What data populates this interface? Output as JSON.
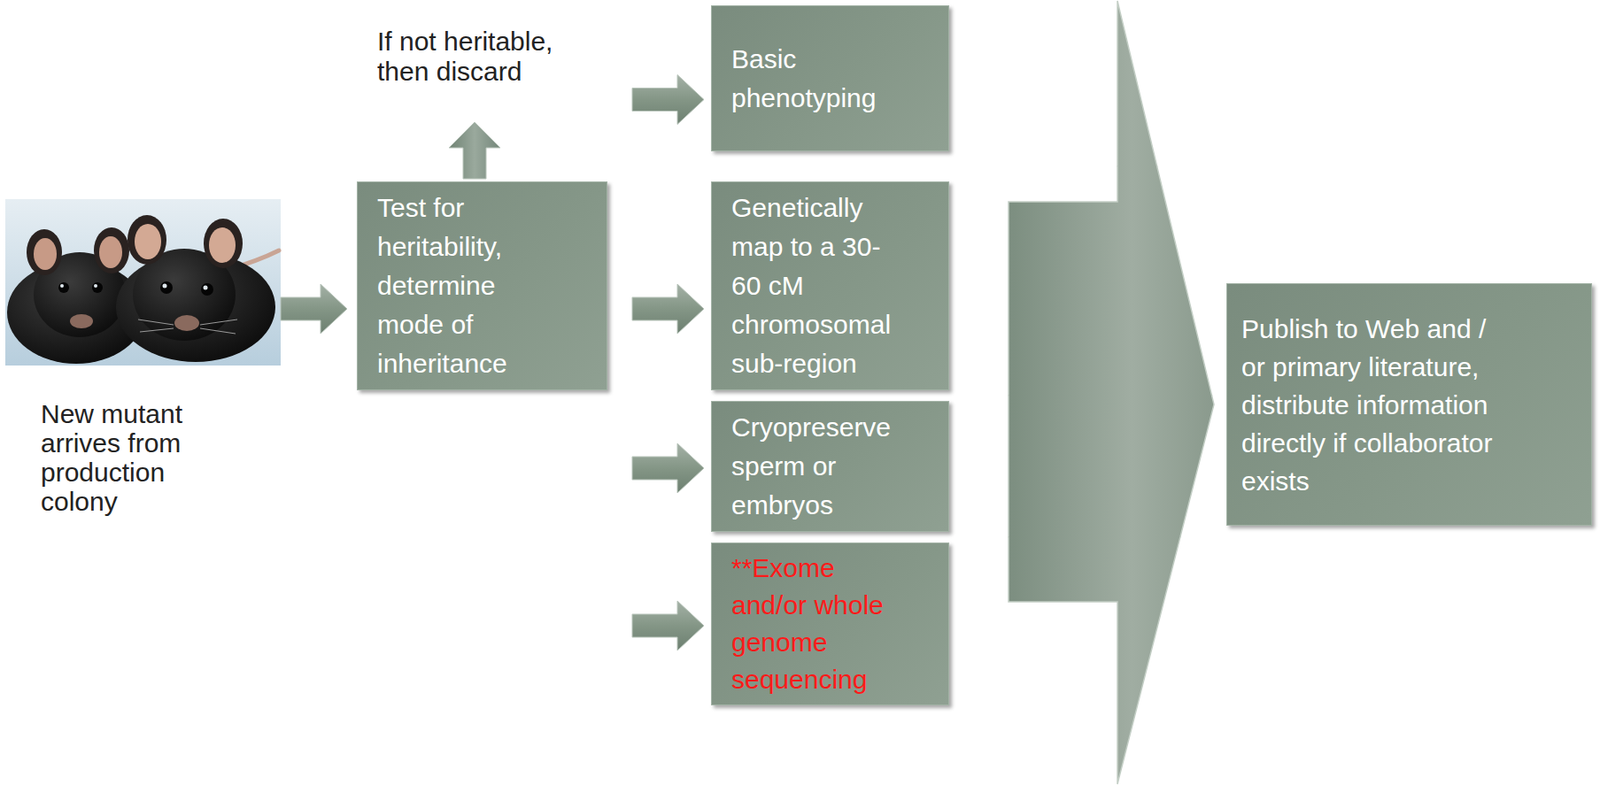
{
  "diagram": {
    "nodes": [
      {
        "text": [
          "New mutant arrives from production colony"
        ]
      },
      {
        "text": [
          "Test for heritability, determine mode of inheritance"
        ]
      },
      {
        "text": [
          "Basic phenotyping"
        ]
      },
      {
        "text": [
          "Genetically map to a 30-60 cM chromosomal sub-region"
        ]
      },
      {
        "text": [
          "Cryopreserve sperm or embryos"
        ]
      },
      {
        "text": [
          "**Exome and/or whole genome sequencing"
        ]
      },
      {
        "text": [
          "Publish to Web and / or primary literature, distribute information directly if collaborator exists"
        ]
      }
    ],
    "edges": [
      {
        "from": 0,
        "to": 1,
        "arrow": "to"
      },
      {
        "from": 1,
        "to": 2,
        "arrow": "to"
      },
      {
        "from": 1,
        "to": 3,
        "arrow": "to"
      },
      {
        "from": 1,
        "to": 4,
        "arrow": "to"
      },
      {
        "from": 1,
        "to": 5,
        "arrow": "to"
      },
      {
        "from": 2,
        "to": 6,
        "arrow": "to"
      },
      {
        "from": 3,
        "to": 6,
        "arrow": "to"
      },
      {
        "from": 4,
        "to": 6,
        "arrow": "to"
      },
      {
        "from": 5,
        "to": 6,
        "arrow": "to"
      }
    ],
    "labels": [
      "If not heritable, then discard"
    ]
  }
}
